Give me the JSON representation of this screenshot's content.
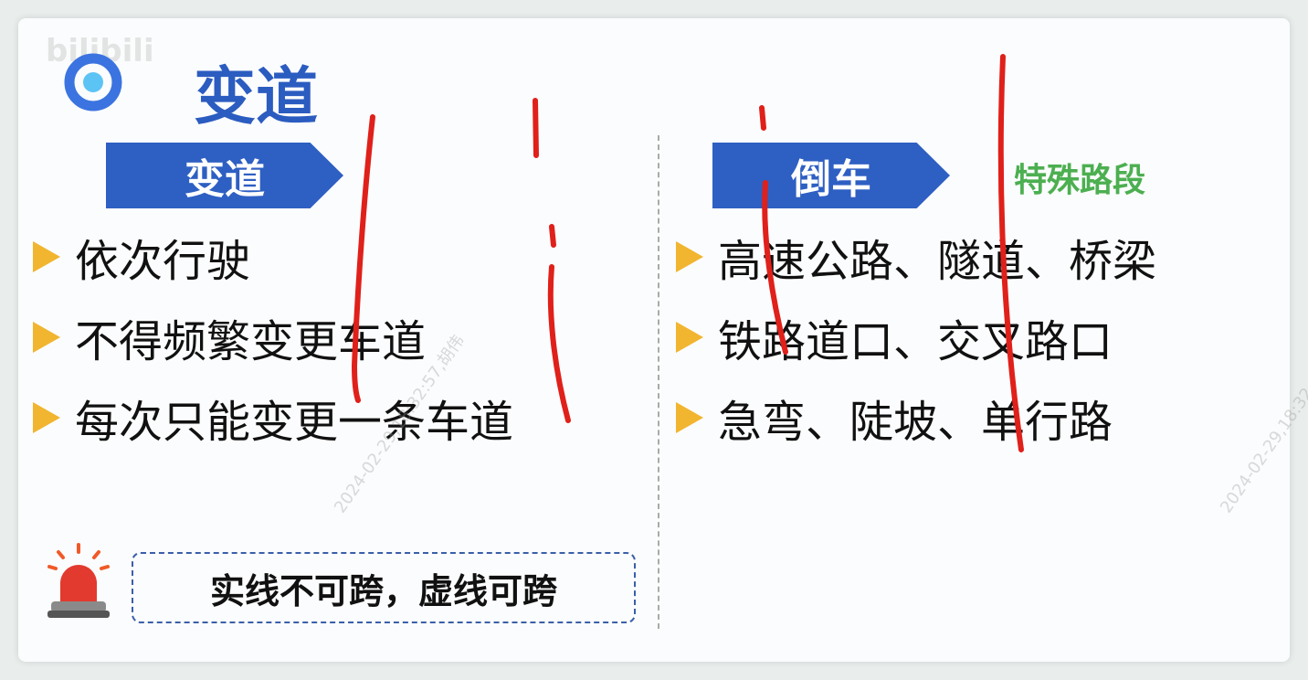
{
  "logo": "bilibili",
  "title": "变道",
  "left": {
    "header": "变道",
    "items": [
      "依次行驶",
      "不得频繁变更车道",
      "每次只能变更一条车道"
    ],
    "notice": "实线不可跨，虚线可跨"
  },
  "right": {
    "header": "倒车",
    "tag": "特殊路段",
    "items": [
      "高速公路、隧道、桥梁",
      "铁路道口、交叉路口",
      "急弯、陡坡、单行路"
    ]
  },
  "watermark": "2024-02-29,18:32:57,胡伟",
  "colors": {
    "brand": "#2e5fc3",
    "bullet": "#f1b530",
    "tag": "#4caf50",
    "ink": "#e0201a"
  }
}
